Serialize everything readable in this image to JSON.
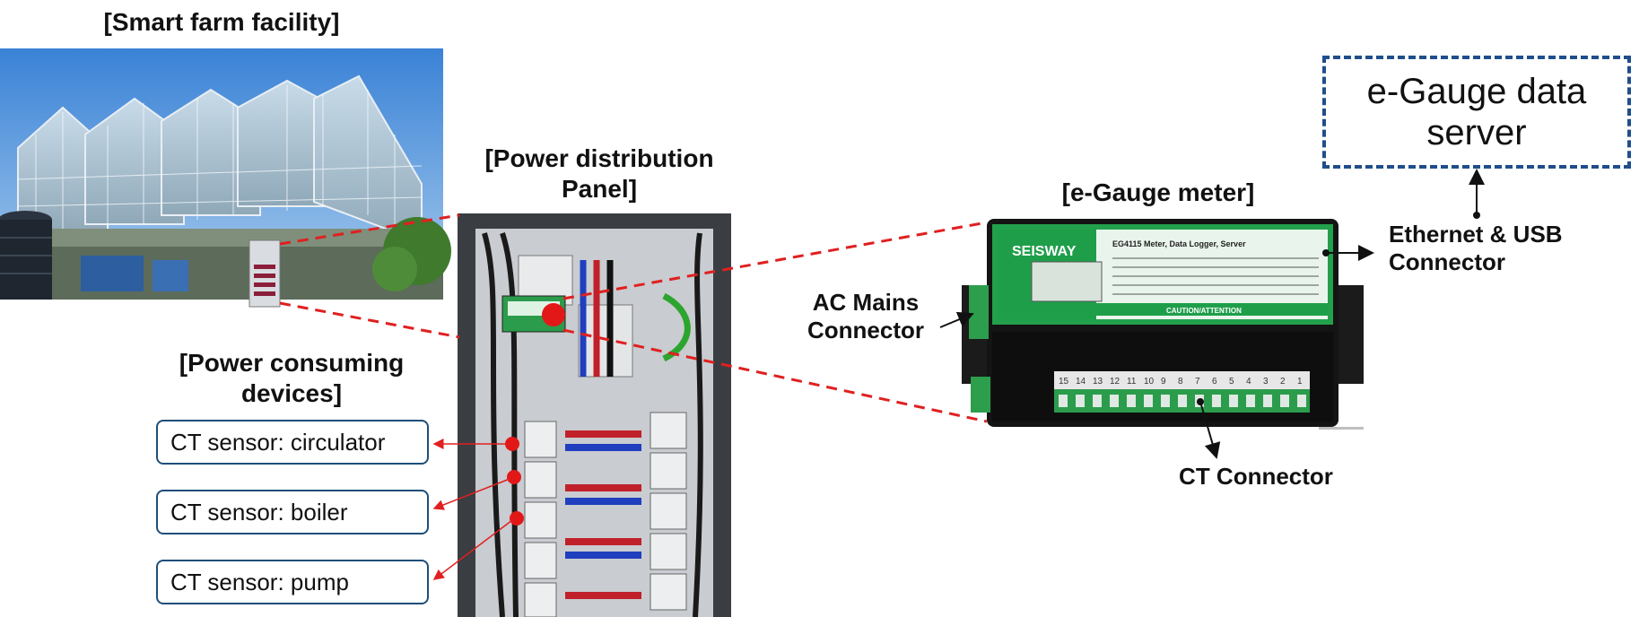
{
  "labels": {
    "smart_farm": "[Smart farm facility]",
    "panel_line1": "[Power distribution",
    "panel_line2": "Panel]",
    "egauge_meter": "[e-Gauge meter]",
    "consuming_line1": "[Power consuming",
    "consuming_line2": "devices]",
    "ac_mains_line1": "AC Mains",
    "ac_mains_line2": "Connector",
    "ethernet_line1": "Ethernet & USB",
    "ethernet_line2": "Connector",
    "ct_connector": "CT Connector"
  },
  "server": {
    "line1": "e-Gauge data",
    "line2": "server"
  },
  "ct_sensors": [
    "CT sensor: circulator",
    "CT sensor: boiler",
    "CT sensor: pump"
  ],
  "meter_device": {
    "brand": "SEISWAY",
    "model": "EG4115 Meter, Data Logger, Server",
    "caution": "CAUTION/ATTENTION",
    "terminal_numbers": [
      "15",
      "14",
      "13",
      "12",
      "11",
      "10",
      "9",
      "8",
      "7",
      "6",
      "5",
      "4",
      "3",
      "2",
      "1"
    ]
  },
  "colors": {
    "dashed_red": "#e02020",
    "arrow_red": "#e02020",
    "box_border": "#1f4e79",
    "server_border": "#1f4e8c",
    "meter_green": "#1f9e4a"
  }
}
